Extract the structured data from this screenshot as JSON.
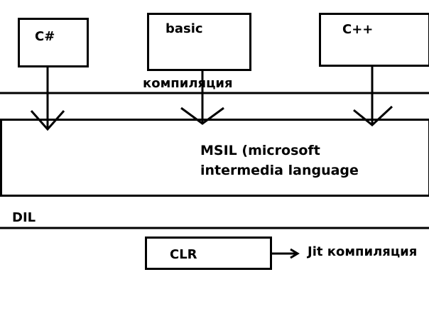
{
  "languages": {
    "csharp": "C#",
    "basic": "basic",
    "cpp": "C++"
  },
  "compile_label": "компиляция",
  "msil": {
    "line1": "MSIL (microsoft",
    "line2": "intermedia language"
  },
  "dil_label": "DIL",
  "clr_label": "CLR",
  "jit_label": "Jit компиляция"
}
